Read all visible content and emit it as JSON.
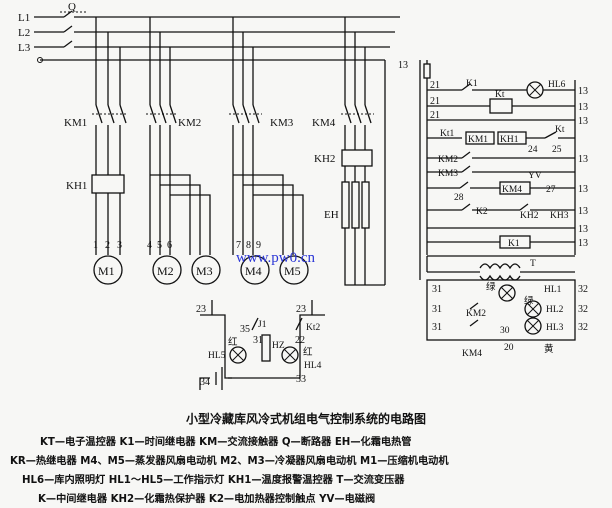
{
  "diagram": {
    "supply_labels": [
      "L1",
      "L2",
      "L3"
    ],
    "breaker_label": "Q",
    "contactor_labels": [
      "KM1",
      "KM2",
      "KM3",
      "KM4"
    ],
    "thermal_relay_labels": [
      "KH1",
      "KH2"
    ],
    "heater_label": "EH",
    "terminal_numbers": [
      "1",
      "2",
      "3",
      "4",
      "5",
      "6",
      "7",
      "8",
      "9"
    ],
    "motor_labels": [
      "M1",
      "M2",
      "M3",
      "M4",
      "M5"
    ],
    "watermark": "www.pw0.cn",
    "control": {
      "node_13": "13",
      "node_21": "21",
      "node_24": "24",
      "node_25": "25",
      "node_27": "27",
      "node_28": "28",
      "node_31": "31",
      "node_32": "32",
      "rung_labels": [
        "K1",
        "Kt",
        "Kt1",
        "KM1",
        "KH1",
        "KM2",
        "KM3",
        "KM4",
        "YV",
        "K2",
        "KH2",
        "KH3",
        "HL6"
      ],
      "transformer_label": "T",
      "lamp_labels": [
        "HL1",
        "HL2",
        "HL3"
      ],
      "color_labels": [
        "绿",
        "绿",
        "黄"
      ],
      "node_30": "30",
      "node_20": "20",
      "sub_km2": "KM2",
      "sub_km4": "KM4"
    },
    "alarm": {
      "nodes": [
        "23",
        "23",
        "35",
        "31",
        "22",
        "34",
        "33"
      ],
      "labels": [
        "J1",
        "Kt2",
        "HZ",
        "HL5",
        "HL4"
      ],
      "color_labels": [
        "红",
        "红"
      ]
    }
  },
  "caption": {
    "title": "小型冷藏库风冷式机组电气控制系统的电路图",
    "legend_lines": [
      "KT—电子温控器   K1—时间继电器   KM—交流接触器   Q—断路器   EH—化霜电热管",
      "KR—热继电器   M4、M5—蒸发器风扇电动机   M2、M3—冷凝器风扇电动机   M1—压缩机电动机",
      "HL6—库内照明灯   HL1～HL5—工作指示灯   KH1—温度报警温控器   T—交流变压器",
      "K—中间继电器   KH2—化霜热保护器   K2—电加热器控制触点   YV—电磁阀"
    ]
  }
}
